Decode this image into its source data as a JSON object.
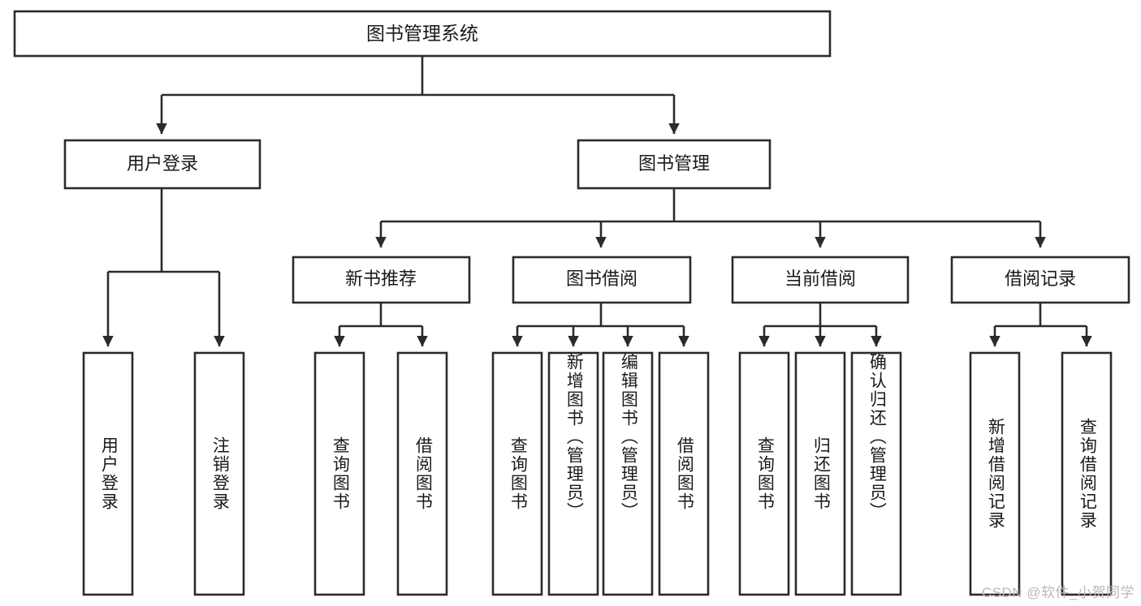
{
  "diagram": {
    "title": "图书管理系统",
    "type": "tree",
    "orientation": "top-down",
    "colors": {
      "box_stroke": "#2b2b2b",
      "box_fill": "#ffffff",
      "text": "#1a1a1a",
      "background": "#ffffff",
      "watermark": "#b8b8b8"
    },
    "root": {
      "id": "root",
      "label": "图书管理系统",
      "orientation": "horizontal"
    },
    "level2": [
      {
        "id": "user-login",
        "label": "用户登录",
        "orientation": "horizontal"
      },
      {
        "id": "book-management",
        "label": "图书管理",
        "orientation": "horizontal"
      }
    ],
    "level3": [
      {
        "id": "new-book-recommend",
        "label": "新书推荐",
        "parent": "book-management",
        "orientation": "horizontal"
      },
      {
        "id": "book-borrow",
        "label": "图书借阅",
        "parent": "book-management",
        "orientation": "horizontal"
      },
      {
        "id": "current-borrow",
        "label": "当前借阅",
        "parent": "book-management",
        "orientation": "horizontal"
      },
      {
        "id": "borrow-record",
        "label": "借阅记录",
        "parent": "book-management",
        "orientation": "horizontal"
      }
    ],
    "leaves": [
      {
        "id": "leaf-user-login",
        "label": "用户登录",
        "parent": "user-login",
        "orientation": "vertical"
      },
      {
        "id": "leaf-user-logout",
        "label": "注销登录",
        "parent": "user-login",
        "orientation": "vertical"
      },
      {
        "id": "leaf-query-book-1",
        "label": "查询图书",
        "parent": "new-book-recommend",
        "orientation": "vertical"
      },
      {
        "id": "leaf-borrow-book-1",
        "label": "借阅图书",
        "parent": "new-book-recommend",
        "orientation": "vertical"
      },
      {
        "id": "leaf-query-book-2",
        "label": "查询图书",
        "parent": "book-borrow",
        "orientation": "vertical"
      },
      {
        "id": "leaf-add-book",
        "label": "新增图书（管理员）",
        "parent": "book-borrow",
        "orientation": "vertical"
      },
      {
        "id": "leaf-edit-book",
        "label": "编辑图书（管理员）",
        "parent": "book-borrow",
        "orientation": "vertical"
      },
      {
        "id": "leaf-borrow-book-2",
        "label": "借阅图书",
        "parent": "book-borrow",
        "orientation": "vertical"
      },
      {
        "id": "leaf-query-book-3",
        "label": "查询图书",
        "parent": "current-borrow",
        "orientation": "vertical"
      },
      {
        "id": "leaf-return-book",
        "label": "归还图书",
        "parent": "current-borrow",
        "orientation": "vertical"
      },
      {
        "id": "leaf-confirm-return",
        "label": "确认归还（管理员）",
        "parent": "current-borrow",
        "orientation": "vertical"
      },
      {
        "id": "leaf-add-record",
        "label": "新增借阅记录",
        "parent": "borrow-record",
        "orientation": "vertical"
      },
      {
        "id": "leaf-query-record",
        "label": "查询借阅记录",
        "parent": "borrow-record",
        "orientation": "vertical"
      }
    ],
    "watermark": "CSDN @软件_小贺同学"
  }
}
